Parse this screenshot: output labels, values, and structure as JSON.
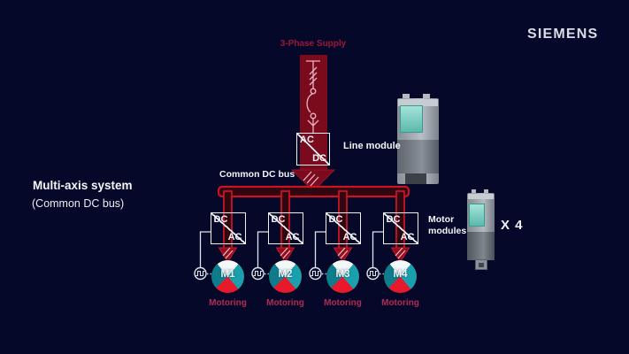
{
  "brand": {
    "logo": "SIEMENS"
  },
  "title": {
    "heading": "Multi-axis system",
    "subheading": "(Common DC bus)"
  },
  "diagram": {
    "supply_label": "3-Phase Supply",
    "line_module": {
      "input": "AC",
      "output": "DC",
      "label": "Line module"
    },
    "bus_label": "Common DC bus",
    "motor_modules_label": "Motor modules",
    "multiplier": "X 4",
    "units": [
      {
        "input": "DC",
        "output": "AC",
        "motor": "M1",
        "state": "Motoring"
      },
      {
        "input": "DC",
        "output": "AC",
        "motor": "M2",
        "state": "Motoring"
      },
      {
        "input": "DC",
        "output": "AC",
        "motor": "M3",
        "state": "Motoring"
      },
      {
        "input": "DC",
        "output": "AC",
        "motor": "M4",
        "state": "Motoring"
      }
    ]
  },
  "colors": {
    "background": "#050829",
    "accent_red": "#c81425",
    "dark_red": "#7a0b1d",
    "symbol_pink": "#eab4c4",
    "motoring_red": "#b12b52",
    "supply_red": "#9c1735",
    "motor_teal": "#1b9fae",
    "motor_red": "#e8192d",
    "mint_panel": "#8fd6cb",
    "text_white": "#f2f5f8"
  }
}
